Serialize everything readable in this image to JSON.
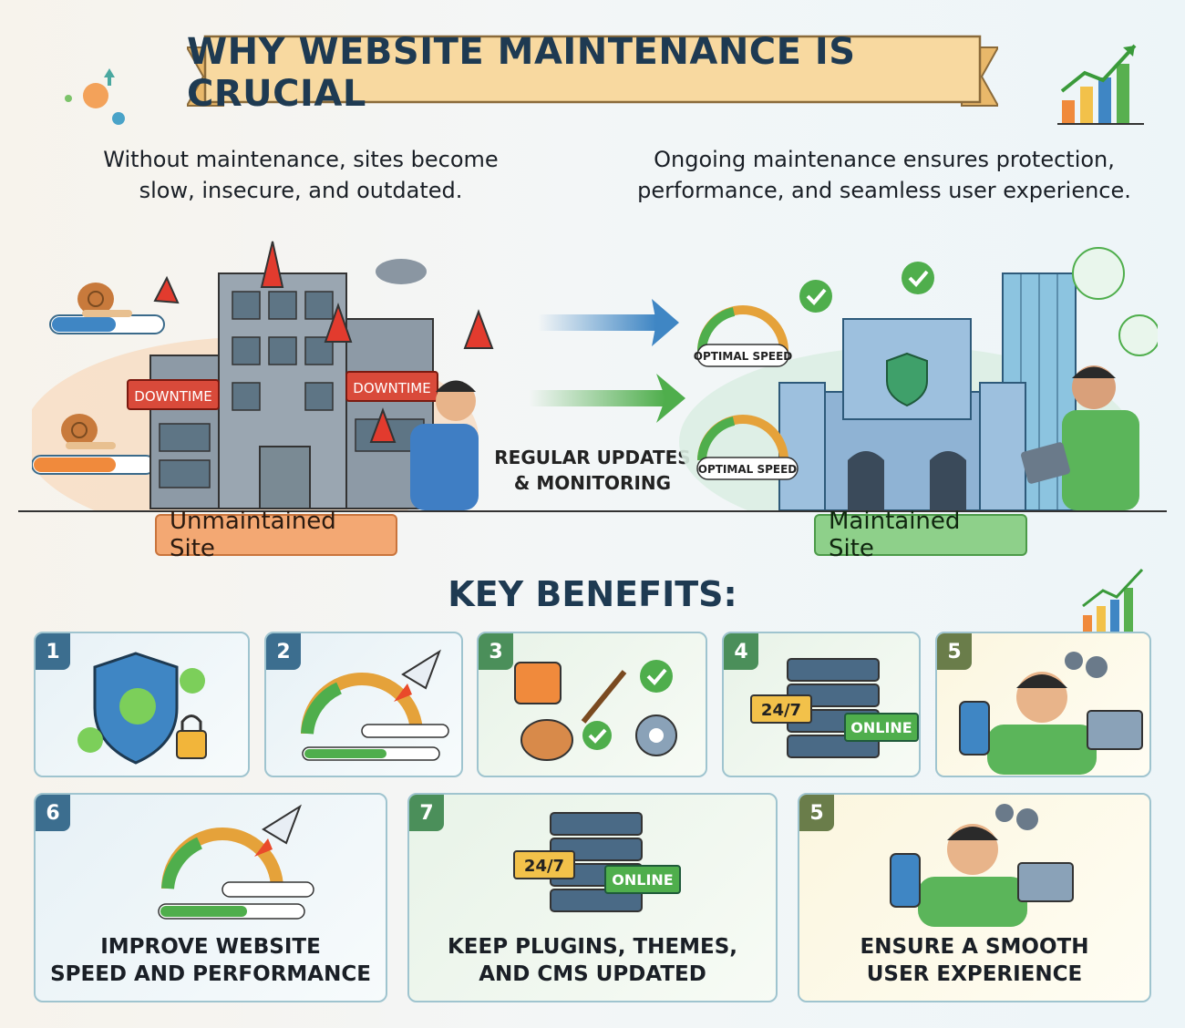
{
  "title": "WHY WEBSITE MAINTENANCE IS CRUCIAL",
  "captions": {
    "left": "Without maintenance, sites become slow, insecure, and outdated.",
    "right": "Ongoing maintenance ensures protection, performance, and seamless user experience."
  },
  "left_scene": {
    "label": "Unmaintained Site",
    "sign_1": "DOWNTIME",
    "sign_2": "DOWNTIME"
  },
  "middle": {
    "text_line1": "REGULAR UPDATES",
    "text_line2": "& MONITORING"
  },
  "right_scene": {
    "label": "Maintained Site",
    "gauge_1": "OPTIMAL SPEED",
    "gauge_2": "OPTIMAL SPEED"
  },
  "benefits_title": "KEY BENEFITS:",
  "cards_top": [
    {
      "num": "1"
    },
    {
      "num": "2"
    },
    {
      "num": "3"
    },
    {
      "num": "4",
      "badge_247": "24/7",
      "badge_online": "ONLINE"
    },
    {
      "num": "5"
    }
  ],
  "cards_bottom": [
    {
      "num": "6",
      "line1": "IMPROVE WEBSITE",
      "line2": "SPEED AND PERFORMANCE"
    },
    {
      "num": "7",
      "line1": "KEEP PLUGINS, THEMES,",
      "line2": "AND CMS UPDATED",
      "badge_247": "24/7",
      "badge_online": "ONLINE"
    },
    {
      "num": "5",
      "line1": "ENSURE A SMOOTH",
      "line2": "USER EXPERIENCE"
    }
  ],
  "colors": {
    "banner": "#f8d9a0",
    "navy": "#1e3a52",
    "orange": "#f3a873",
    "green": "#8ed08a",
    "badge_blue": "#3c6e8f",
    "badge_green": "#4b8f5a",
    "badge_yellow": "#6a7d4a"
  }
}
